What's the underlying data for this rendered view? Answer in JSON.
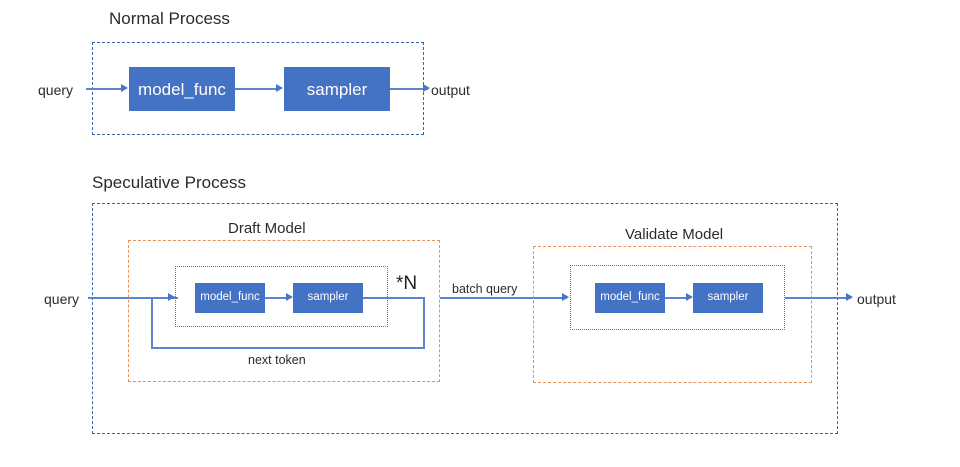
{
  "diagram": {
    "title_normal": "Normal Process",
    "title_speculative": "Speculative Process",
    "groups": {
      "draft": "Draft Model",
      "validate": "Validate Model"
    },
    "blocks": {
      "model_func": "model_func",
      "sampler": "sampler"
    },
    "labels": {
      "query": "query",
      "output": "output",
      "batch_query": "batch query",
      "next_token": "next token",
      "repeat_n": "*N"
    },
    "colors": {
      "block_fill": "#4472C4",
      "block_text": "#FFFFFF",
      "connector": "#5B84D0",
      "outer_dash": "#3B62AD",
      "group_dash": "#ED9055",
      "inner_dot": "#4A6FBB",
      "background": "#FFFFFF"
    }
  }
}
